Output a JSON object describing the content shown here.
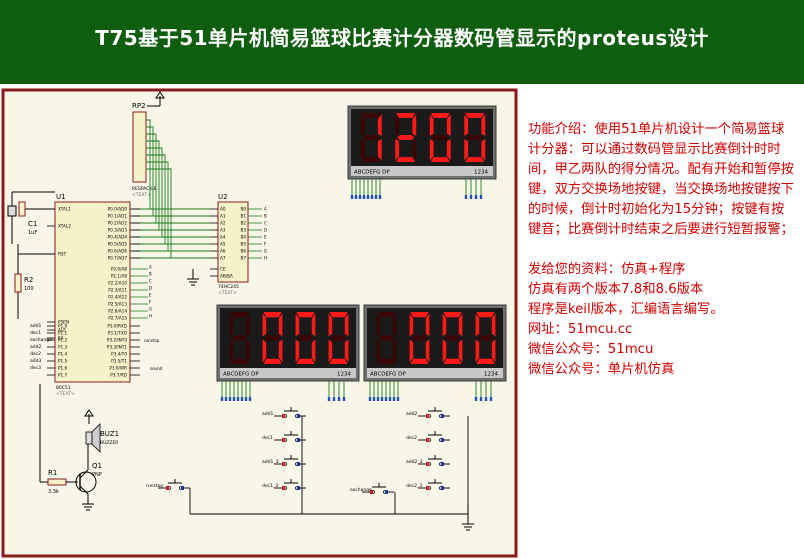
{
  "header": {
    "title": "T75基于51单片机简易篮球比赛计分器数码管显示的proteus设计",
    "bg_color": "#0f5e0f"
  },
  "description": {
    "intro": "功能介绍：使用51单片机设计一个简易篮球计分器：可以通过数码管显示比赛倒计时时间，甲乙两队的得分情况。配有开始和暂停按键，双方交换场地按键，当交换场地按键按下的时候，倒计时初始化为15分钟；按键有按键音；比赛倒计时结束之后要进行短暂报警；",
    "lines": [
      "发给您的资料：仿真+程序",
      "仿真有两个版本7.8和8.6版本",
      "程序是keil版本，汇编语言编写。",
      "网址：51mcu.cc",
      "微信公众号：51mcu",
      "微信公众号：单片机仿真"
    ],
    "color": "#d40000"
  },
  "schematic": {
    "frame_color": "#8b1a1a",
    "displays": {
      "timer": {
        "value": "1200",
        "pin_label": "ABCDEFG DP",
        "digit_label": "1234"
      },
      "score_a": {
        "value": "000",
        "pin_label": "ABCDEFG DP",
        "digit_label": "1234"
      },
      "score_b": {
        "value": "000",
        "pin_label": "ABCDEFG DP",
        "digit_label": "1234"
      }
    },
    "components": {
      "u1": {
        "ref": "U1",
        "part": "80C51",
        "text": "<TEXT>"
      },
      "u2": {
        "ref": "U2",
        "part": "74HC245",
        "text": "<TEXT>"
      },
      "rp2": {
        "ref": "RP2",
        "part": "RESPACK-8",
        "text": "<TEXT>"
      },
      "c1": {
        "ref": "C1",
        "value": "1uF"
      },
      "r2": {
        "ref": "R2",
        "value": "100"
      },
      "r1": {
        "ref": "R1",
        "value": "3.3k"
      },
      "q1": {
        "ref": "Q1",
        "part": "PNP"
      },
      "buz1": {
        "ref": "BUZ1",
        "part": "BUZZER"
      }
    },
    "u1_left_pins": [
      "XTAL1",
      "XTAL2",
      "RST",
      "PSEN",
      "ALE",
      "EA"
    ],
    "u1_p1_pins": [
      "P1.0",
      "P1.1",
      "P1.2",
      "P1.3",
      "P1.4",
      "P1.5",
      "P1.6",
      "P1.7"
    ],
    "u1_p0_pins": [
      "P0.0/AD0",
      "P0.1/AD1",
      "P0.2/AD2",
      "P0.3/AD3",
      "P0.4/AD4",
      "P0.5/AD5",
      "P0.6/AD6",
      "P0.7/AD7"
    ],
    "u1_p2_pins": [
      "P2.0/A8",
      "P2.1/A9",
      "P2.2/A10",
      "P2.3/A11",
      "P2.4/A12",
      "P2.5/A13",
      "P2.6/A14",
      "P2.7/A15"
    ],
    "u1_p3_pins": [
      "P3.0/RXD",
      "P3.1/TXD",
      "P3.2/INT0",
      "P3.3/INT1",
      "P3.4/T0",
      "P3.5/T1",
      "P3.6/WR",
      "P3.7/RD"
    ],
    "u1_p1_nets": [
      "add1",
      "dec1",
      "exchange",
      "add2",
      "dec2",
      "add3",
      "dec3",
      ""
    ],
    "u2_a_pins": [
      "A0",
      "A1",
      "A2",
      "A3",
      "A4",
      "A5",
      "A6",
      "A7"
    ],
    "u2_b_pins": [
      "B0",
      "B1",
      "B2",
      "B3",
      "B4",
      "B5",
      "B6",
      "B7"
    ],
    "u2_ctrl_pins": [
      "CE",
      "AB/BA"
    ],
    "segment_nets": [
      "A",
      "B",
      "C",
      "D",
      "E",
      "F",
      "G",
      "H"
    ],
    "buttons": {
      "add1": "add1",
      "dec1": "dec1",
      "add1_3": "add1_3",
      "dec1_3": "dec1_3",
      "add2": "add2",
      "dec2": "dec2",
      "add2_3": "add2_3",
      "dec2_3": "dec2_3",
      "runstop": "runstop",
      "exchange": "exchange"
    },
    "extra_nets": [
      "runstop",
      "sound"
    ]
  }
}
